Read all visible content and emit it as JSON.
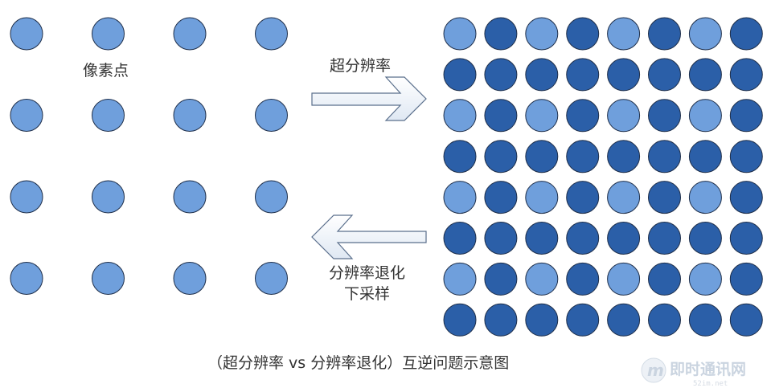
{
  "labels": {
    "pixel": "像素点",
    "super_resolution": "超分辨率",
    "degradation_line1": "分辨率退化",
    "degradation_line2": "下采样"
  },
  "caption": "（超分辨率 vs 分辨率退化）互逆问题示意图",
  "watermark": {
    "logo_letter": "m",
    "text": "即时通讯网",
    "subtext": "52im.net"
  },
  "grids": {
    "low_res": {
      "rows": 4,
      "cols": 4
    },
    "high_res": {
      "rows": 8,
      "cols": 8
    }
  },
  "colors": {
    "light_dot": "#6f9fdc",
    "dark_dot": "#2b5fa8",
    "dot_stroke": "#1f2f4a",
    "arrow_fill_light": "#eef3f9",
    "arrow_fill_dark": "#dfe8f3",
    "arrow_stroke": "#5a6f8c"
  }
}
